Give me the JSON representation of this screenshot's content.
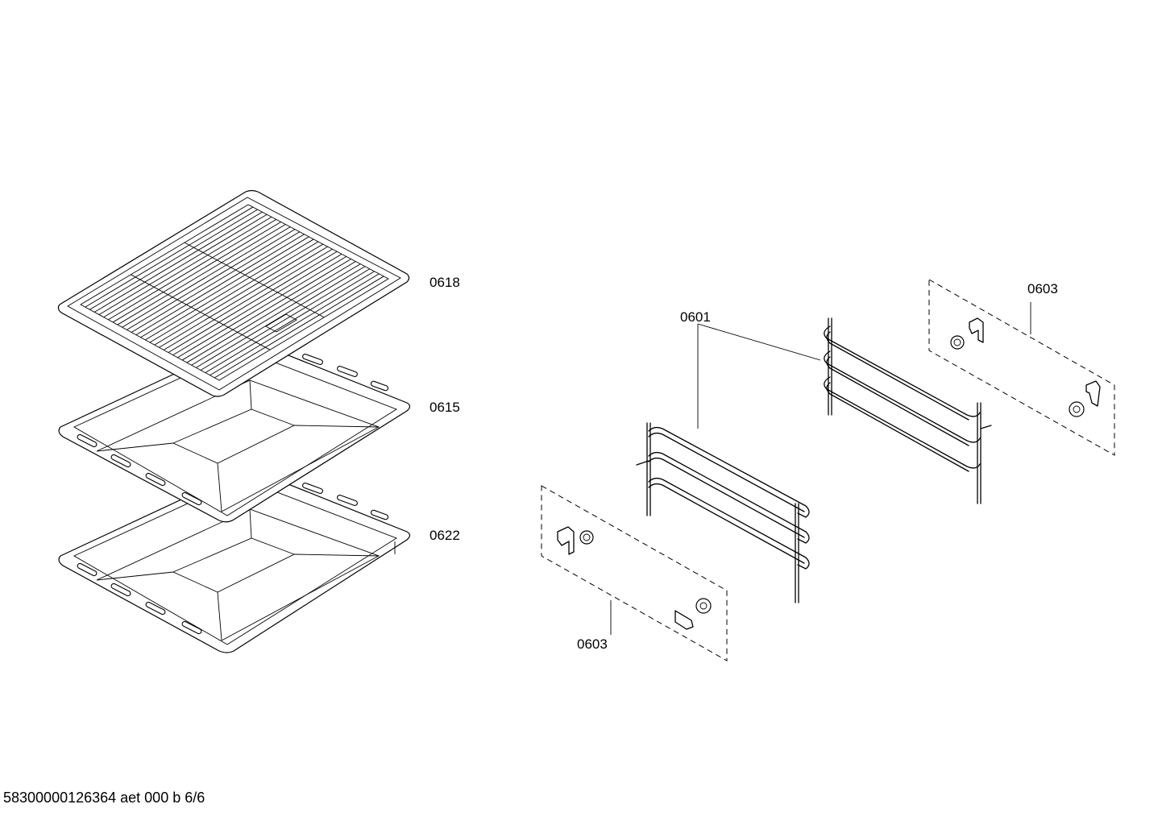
{
  "labels": {
    "wire_rack": "0618",
    "baking_tray": "0615",
    "universal_pan": "0622",
    "rails": "0601",
    "clips_right": "0603",
    "clips_left": "0603"
  },
  "footer": "58300000126364 aet 000 b 6/6"
}
